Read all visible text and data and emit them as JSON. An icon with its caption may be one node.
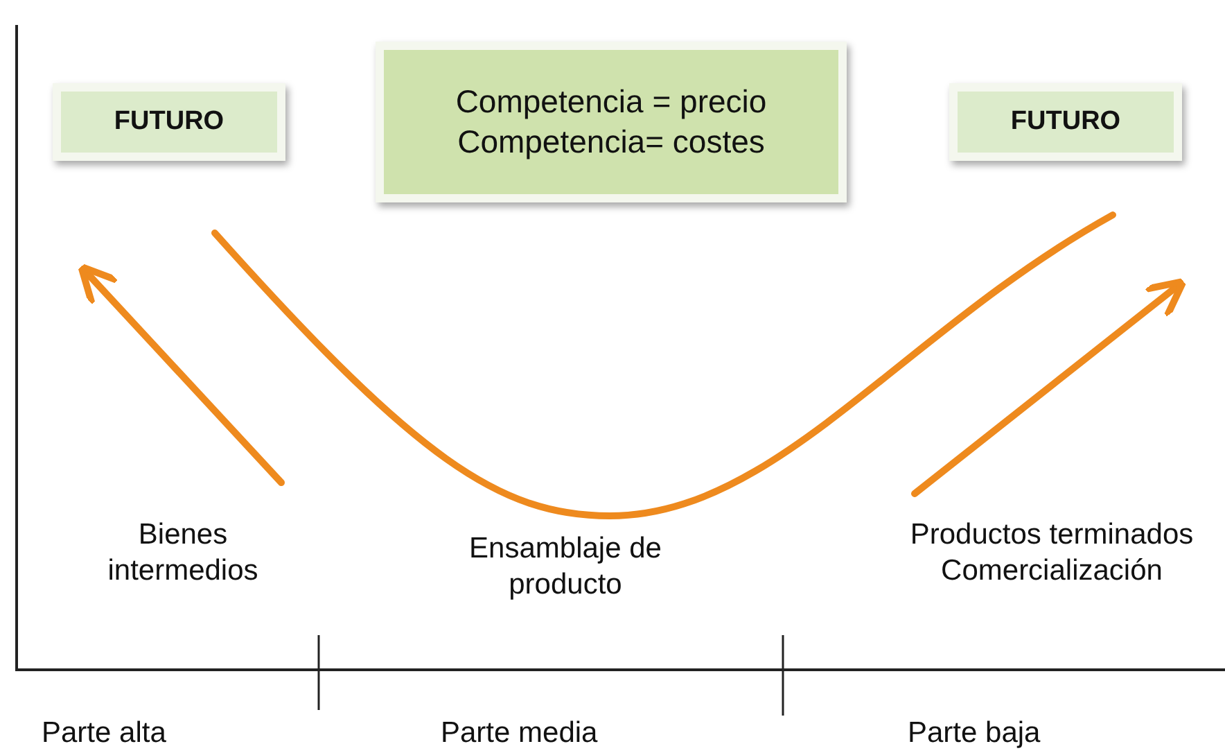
{
  "diagram": {
    "nodes": [
      {
        "text": [
          "FUTURO"
        ]
      },
      {
        "text": [
          "Competencia = precio",
          "Competencia= costes"
        ]
      },
      {
        "text": [
          "FUTURO"
        ]
      },
      {
        "text": [
          "Bienes intermedios"
        ]
      },
      {
        "text": [
          "Ensamblaje de producto"
        ]
      },
      {
        "text": [
          "Productos terminados Comercialización"
        ]
      }
    ],
    "edges": [
      {
        "from": 3,
        "to": 0,
        "arrow": "to"
      },
      {
        "from": 5,
        "to": 2,
        "arrow": "to"
      }
    ],
    "labels": [
      "Parte alta",
      "Parte media",
      "Parte baja"
    ]
  }
}
